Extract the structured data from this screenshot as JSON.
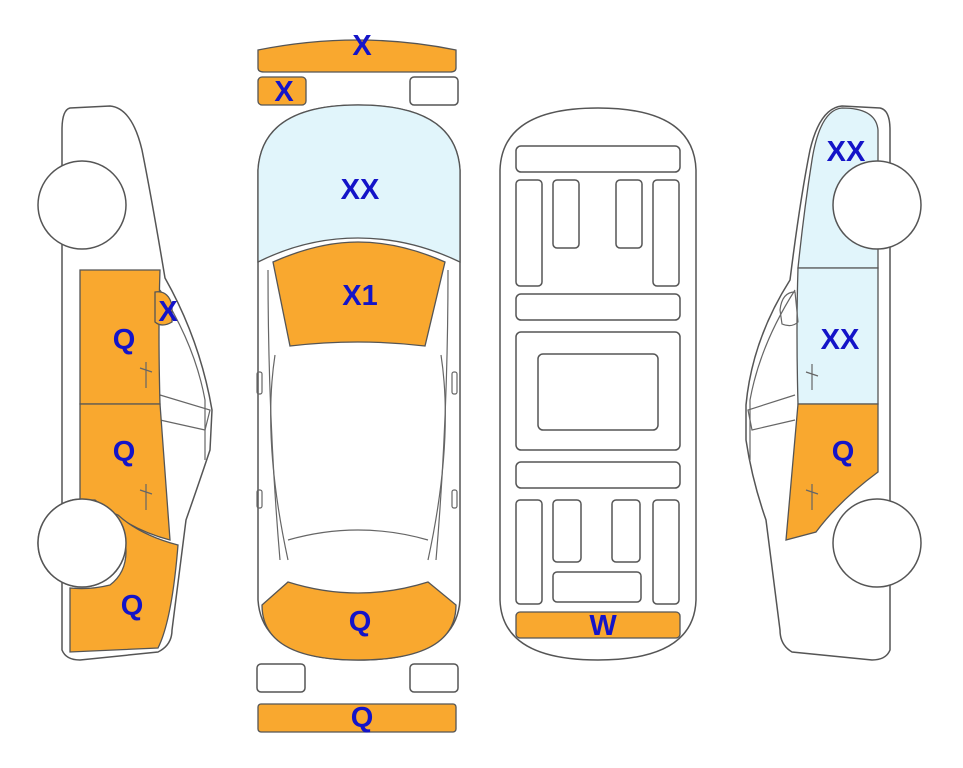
{
  "colors": {
    "damaged": "#F9A82F",
    "glass": "#E1F5FB",
    "label": "#1414C8",
    "outline": "#555555"
  },
  "panels": [
    {
      "key": "front-bumper",
      "code": "X",
      "state": "damaged"
    },
    {
      "key": "left-headlight",
      "code": "X",
      "state": "damaged"
    },
    {
      "key": "windshield",
      "code": "XX",
      "state": "glass"
    },
    {
      "key": "hood",
      "code": "X1",
      "state": "damaged"
    },
    {
      "key": "trunk-lid",
      "code": "Q",
      "state": "damaged"
    },
    {
      "key": "rear-bumper",
      "code": "Q",
      "state": "damaged"
    },
    {
      "key": "left-mirror",
      "code": "X",
      "state": "damaged"
    },
    {
      "key": "left-front-door",
      "code": "Q",
      "state": "damaged"
    },
    {
      "key": "left-rear-door",
      "code": "Q",
      "state": "damaged"
    },
    {
      "key": "left-rear-quarter",
      "code": "Q",
      "state": "damaged"
    },
    {
      "key": "right-front-glass",
      "code": "XX",
      "state": "glass"
    },
    {
      "key": "right-front-door",
      "code": "XX",
      "state": "glass"
    },
    {
      "key": "right-rear-door",
      "code": "Q",
      "state": "damaged"
    },
    {
      "key": "floor-rear-panel",
      "code": "W",
      "state": "damaged"
    }
  ]
}
